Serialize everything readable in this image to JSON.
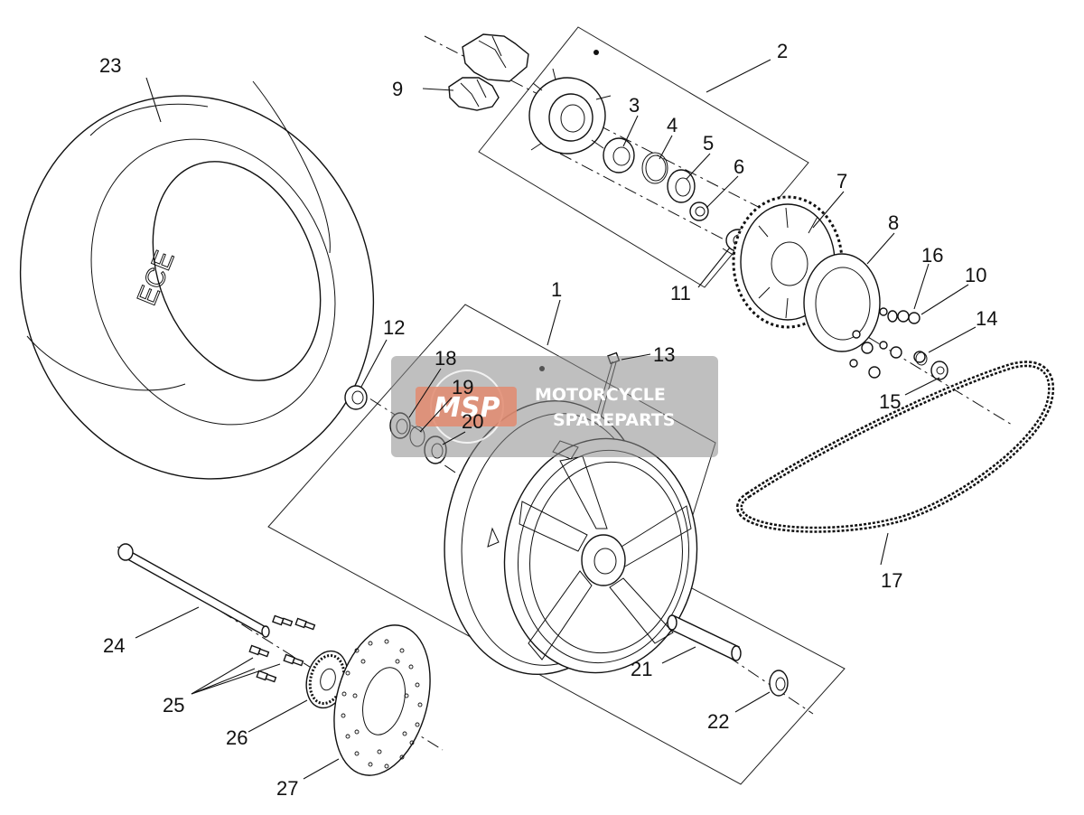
{
  "labels": {
    "p1": "1",
    "p2": "2",
    "p3": "3",
    "p4": "4",
    "p5": "5",
    "p6": "6",
    "p7": "7",
    "p8": "8",
    "p9": "9",
    "p10": "10",
    "p11": "11",
    "p12": "12",
    "p13": "13",
    "p14": "14",
    "p15": "15",
    "p16": "16",
    "p17": "17",
    "p18": "18",
    "p19": "19",
    "p20": "20",
    "p21": "21",
    "p22": "22",
    "p23": "23",
    "p24": "24",
    "p25": "25",
    "p26": "26",
    "p27": "27"
  },
  "tyre_marking": "ECE",
  "watermark": {
    "logo": "MSP",
    "line1": "MOTORCYCLE",
    "line2": "SPAREPARTS"
  }
}
